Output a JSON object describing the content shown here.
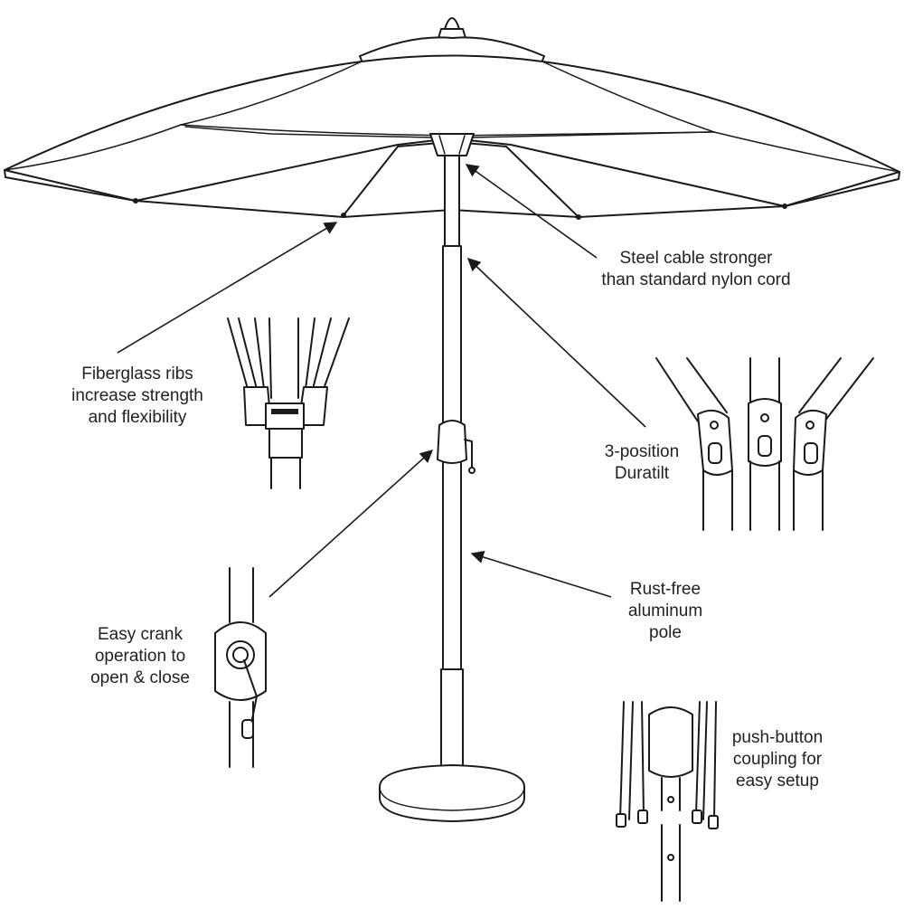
{
  "colors": {
    "line": "#1a1a1a",
    "text": "#222222",
    "background": "#ffffff"
  },
  "labels": {
    "steel_cable": [
      "Steel cable stronger",
      "than standard nylon cord"
    ],
    "fiberglass_ribs": [
      "Fiberglass ribs",
      "increase strength",
      "and flexibility"
    ],
    "duratilt": [
      "3-position",
      "Duratilt"
    ],
    "crank": [
      "Easy crank",
      "operation to",
      "open & close"
    ],
    "pole": [
      "Rust-free",
      "aluminum",
      "pole"
    ],
    "coupling": [
      "push-button",
      "coupling for",
      "easy setup"
    ]
  }
}
